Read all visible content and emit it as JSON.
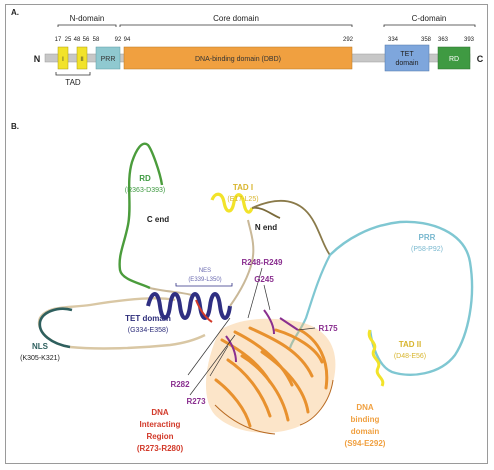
{
  "panelA": {
    "label": "A.",
    "domain_headers": {
      "n_domain": "N-domain",
      "core_domain": "Core domain",
      "c_domain": "C-domain"
    },
    "terminals": {
      "n": "N",
      "c": "C"
    },
    "positions": [
      "17",
      "25",
      "48",
      "56",
      "58",
      "92",
      "94",
      "292",
      "334",
      "358",
      "363",
      "393"
    ],
    "boxes": {
      "tad1": "I",
      "tad2": "II",
      "prr": "PRR",
      "dbd": "DNA-binding domain (DBD)",
      "tet_line1": "TET",
      "tet_line2": "domain",
      "rd": "RD"
    },
    "tad_label": "TAD"
  },
  "panelB": {
    "label": "B.",
    "rd": {
      "name": "RD",
      "range": "(R363-D393)"
    },
    "c_end": "C end",
    "n_end": "N end",
    "tad1": {
      "name": "TAD I",
      "range": "(E17-L25)"
    },
    "tad2": {
      "name": "TAD II",
      "range": "(D48-E56)"
    },
    "prr": {
      "name": "PRR",
      "range": "(P58-P92)"
    },
    "nes": {
      "name": "NES",
      "range": "(E339-L350)"
    },
    "tet": {
      "name": "TET domain",
      "range": "(G334-E358)"
    },
    "nls": {
      "name": "NLS",
      "range": "(K305-K321)"
    },
    "r248_r249": "R248-R249",
    "g245": "G245",
    "r175": "R175",
    "r282": "R282",
    "r273": "R273",
    "dna_region": {
      "line1": "DNA",
      "line2": "Interacting",
      "line3": "Region",
      "line4": "(R273-R280)"
    },
    "dbd": {
      "line1": "DNA",
      "line2": "binding",
      "line3": "domain",
      "line4": "(S94-E292)"
    }
  },
  "colors": {
    "tad": "#f2e32a",
    "prr": "#8fc9d0",
    "dbd": "#f0a040",
    "tet": "#7ea6dc",
    "rd": "#3f9a42",
    "linker": "#c7c7c7",
    "rd_text": "#3f9a42",
    "tad_text": "#d8b52e",
    "prr_text": "#79b8cf",
    "tet_text": "#2d2d7a",
    "nes_text": "#6a6ab0",
    "nls_text": "#2e5f5e",
    "hotspot_text": "#8a2f8f",
    "dna_text": "#d23a2a",
    "dbd_text": "#f0a040"
  }
}
